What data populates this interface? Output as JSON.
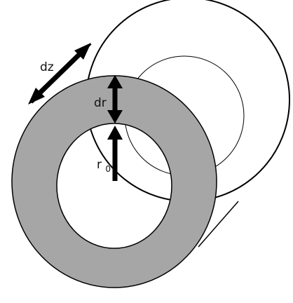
{
  "labels": {
    "dz": "dz",
    "dr": "dr",
    "r0_main": "r",
    "r0_sub": "0"
  },
  "colors": {
    "ring_fill": "#a6a6a6",
    "stroke": "#000000",
    "background": "#ffffff"
  }
}
